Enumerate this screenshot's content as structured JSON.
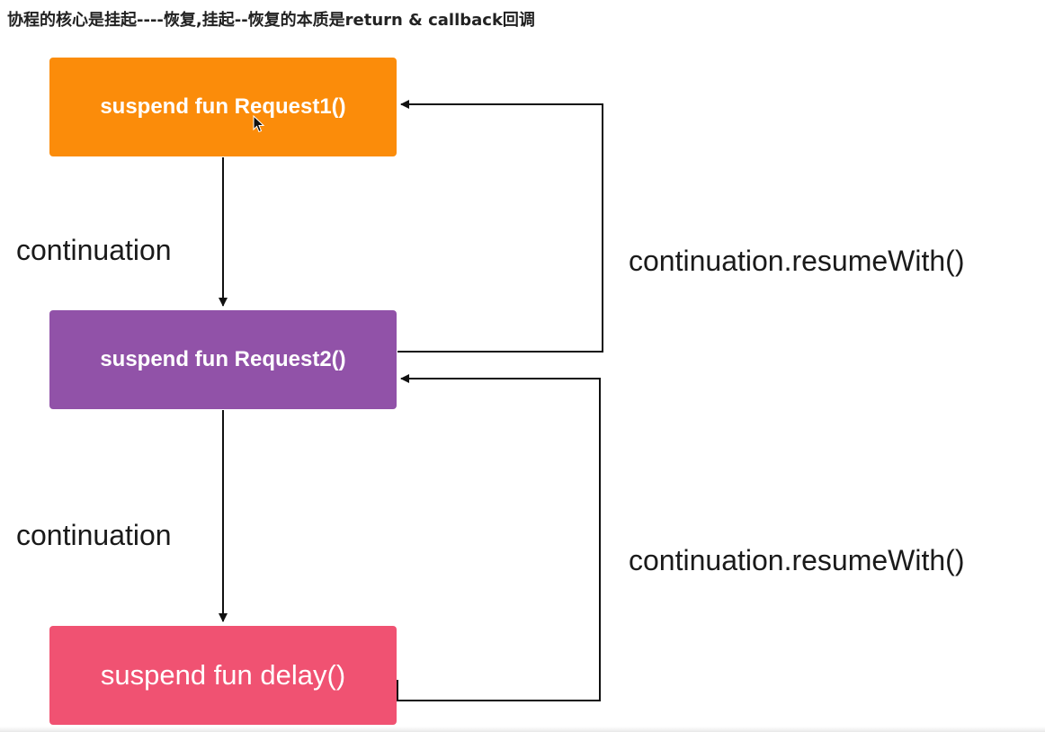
{
  "title": "协程的核心是挂起----恢复,挂起--恢复的本质是return & callback回调",
  "boxes": {
    "request1": "suspend fun Request1()",
    "request2": "suspend fun Request2()",
    "delay": "suspend fun delay()"
  },
  "labels": {
    "continuation_1": "continuation",
    "continuation_2": "continuation",
    "resume_1": "continuation.resumeWith()",
    "resume_2": "continuation.resumeWith()"
  },
  "colors": {
    "request1_box": "#fb8c0a",
    "request2_box": "#9152a8",
    "delay_box": "#f05272"
  }
}
